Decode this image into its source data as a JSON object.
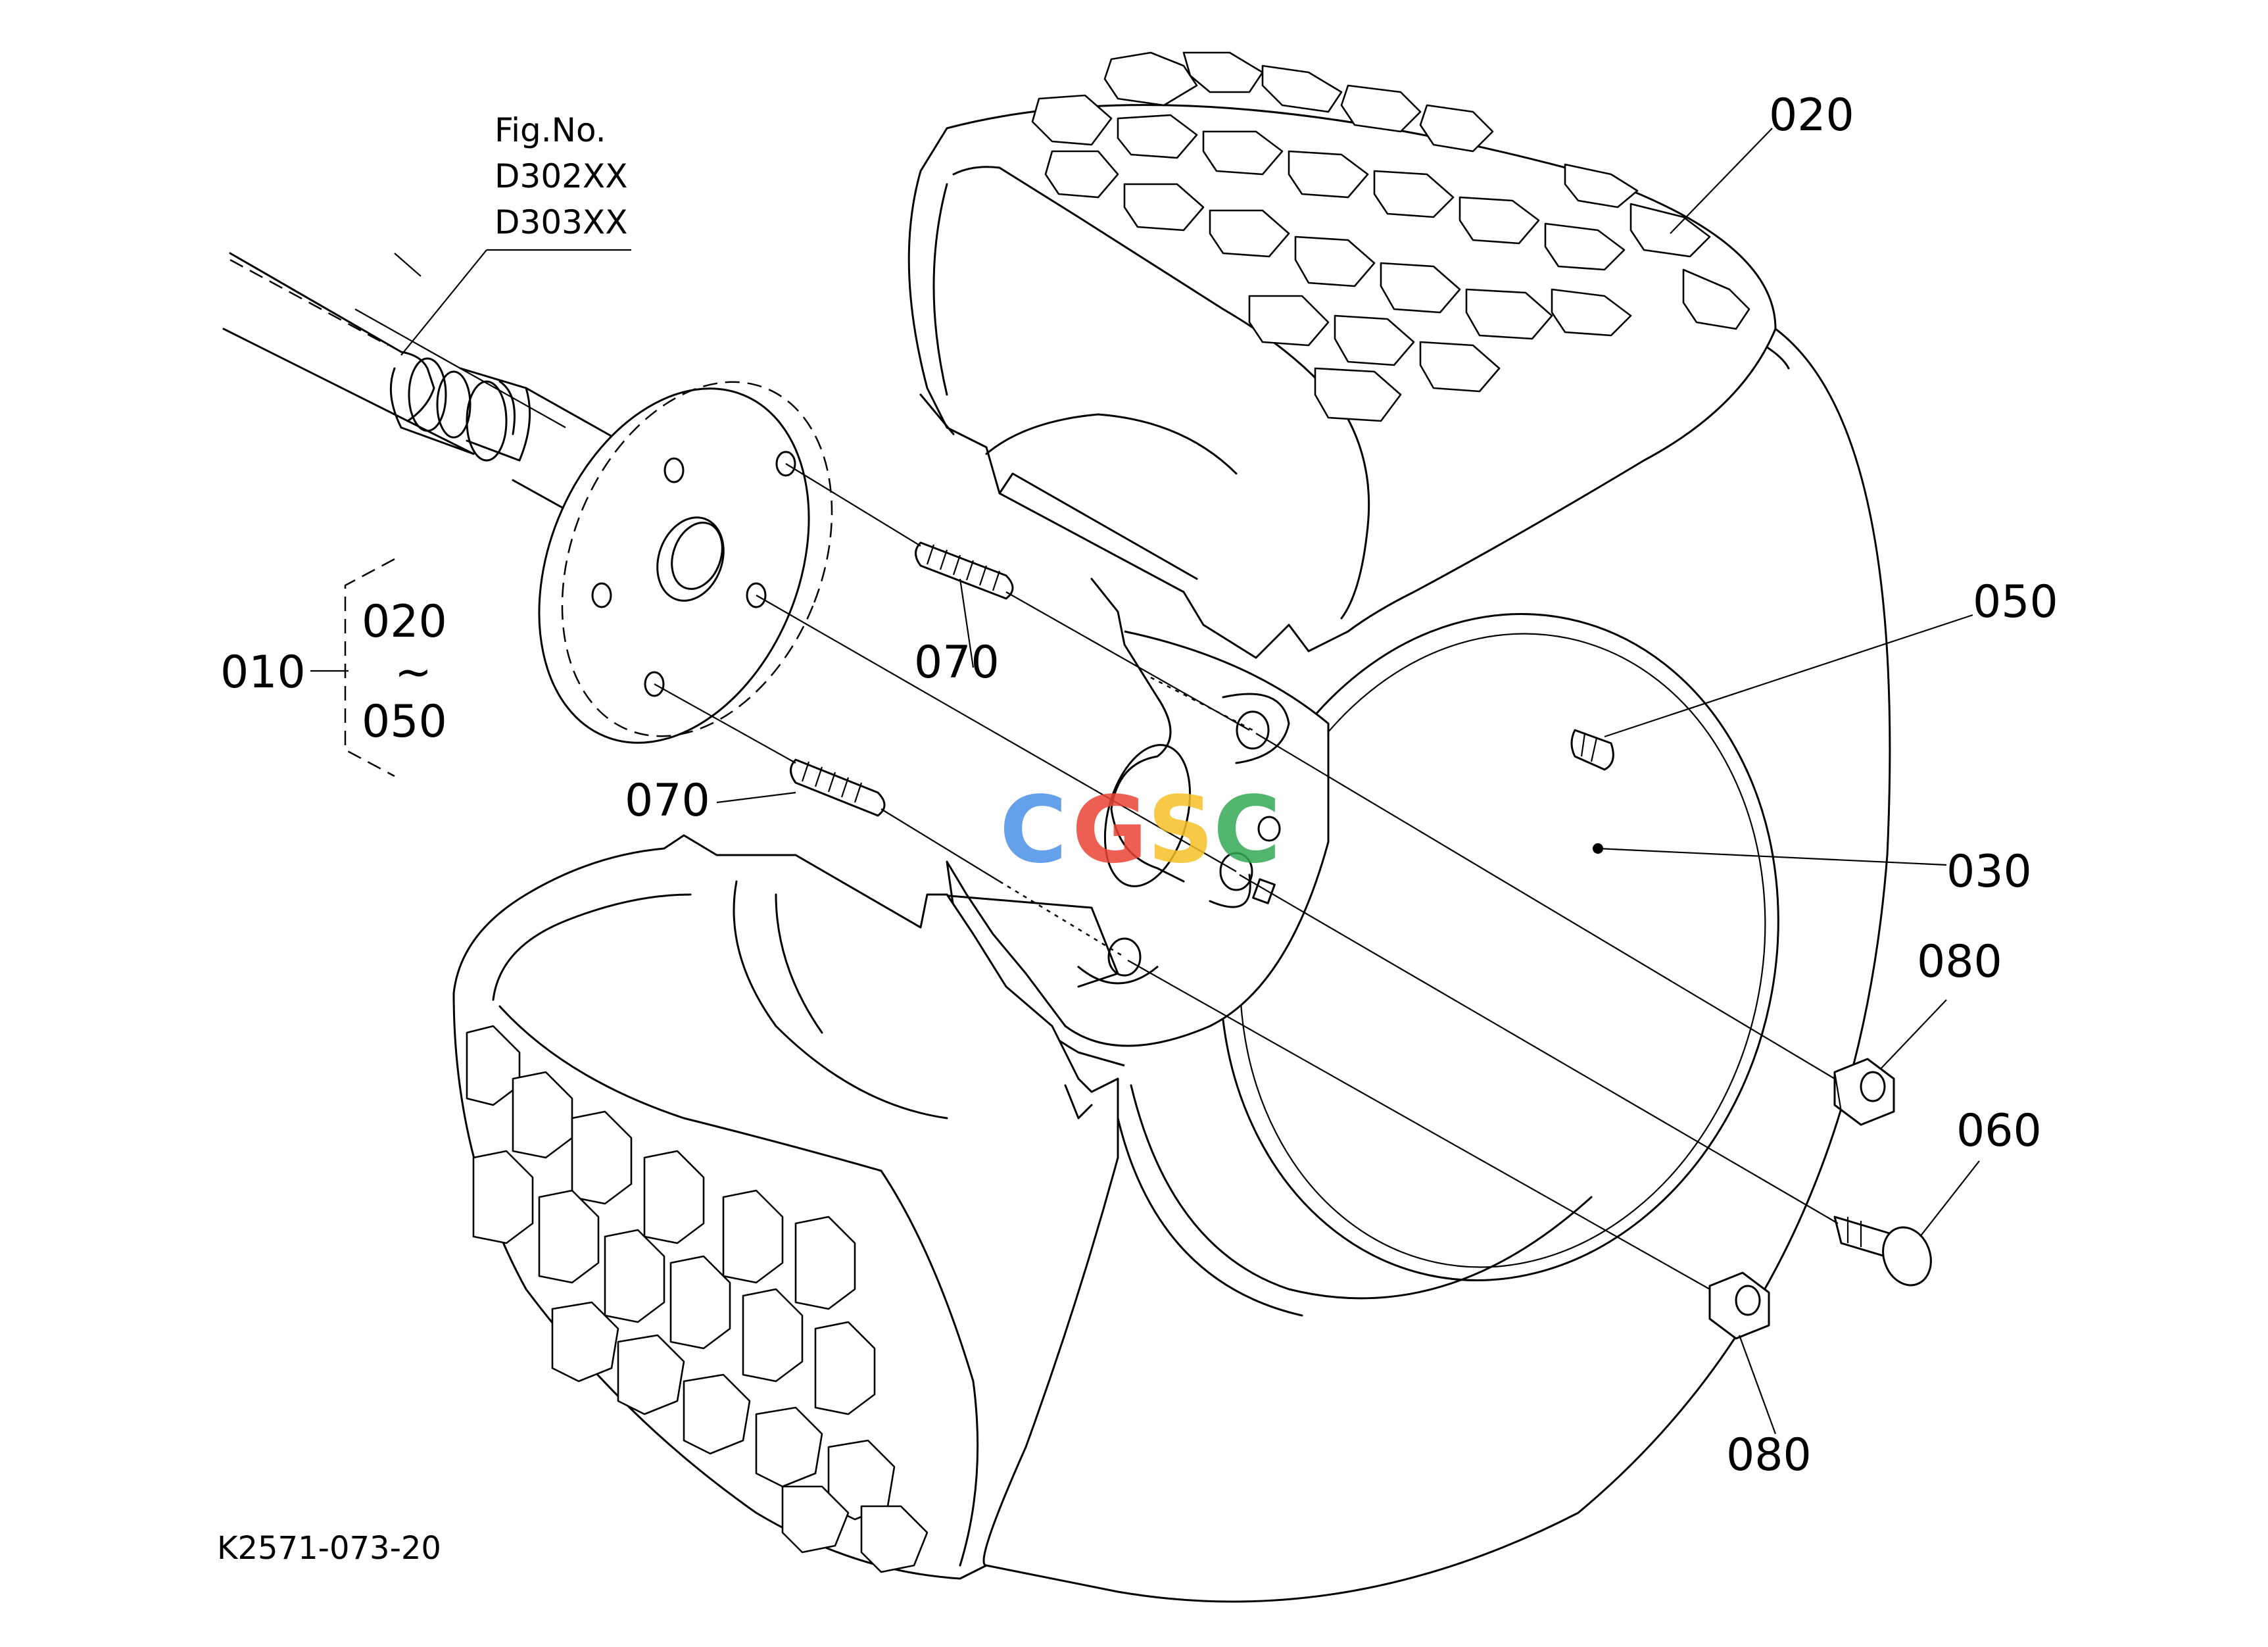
{
  "figure_ref": {
    "heading": "Fig.No.",
    "codes": [
      "D302XX",
      "D303XX"
    ]
  },
  "parts": {
    "p010": "010",
    "p020": "020",
    "p020_group": "020",
    "range_mark": "~",
    "p050_group": "050",
    "p030": "030",
    "p050": "050",
    "p060": "060",
    "p070_upper": "070",
    "p070_lower": "070",
    "p080_upper": "080",
    "p080_lower": "080"
  },
  "drawing_code": "K2571-073-20",
  "watermark": {
    "letters": [
      "C",
      "G",
      "S",
      "C"
    ],
    "colors": [
      "#4a8fe7",
      "#ea4335",
      "#f6c026",
      "#34a853"
    ]
  }
}
